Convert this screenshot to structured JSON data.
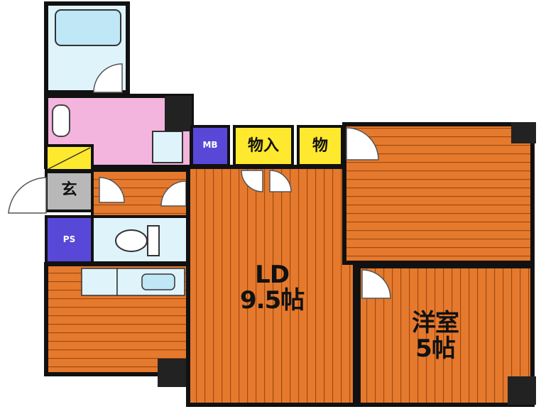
{
  "plan": {
    "rooms": {
      "ld": {
        "name": "LD",
        "size": "9.5帖"
      },
      "western": {
        "name": "洋室",
        "size": "5帖"
      }
    },
    "labels": {
      "mb": "MB",
      "storage_in": "物入",
      "storage": "物",
      "entrance": "玄",
      "ps": "PS"
    }
  }
}
